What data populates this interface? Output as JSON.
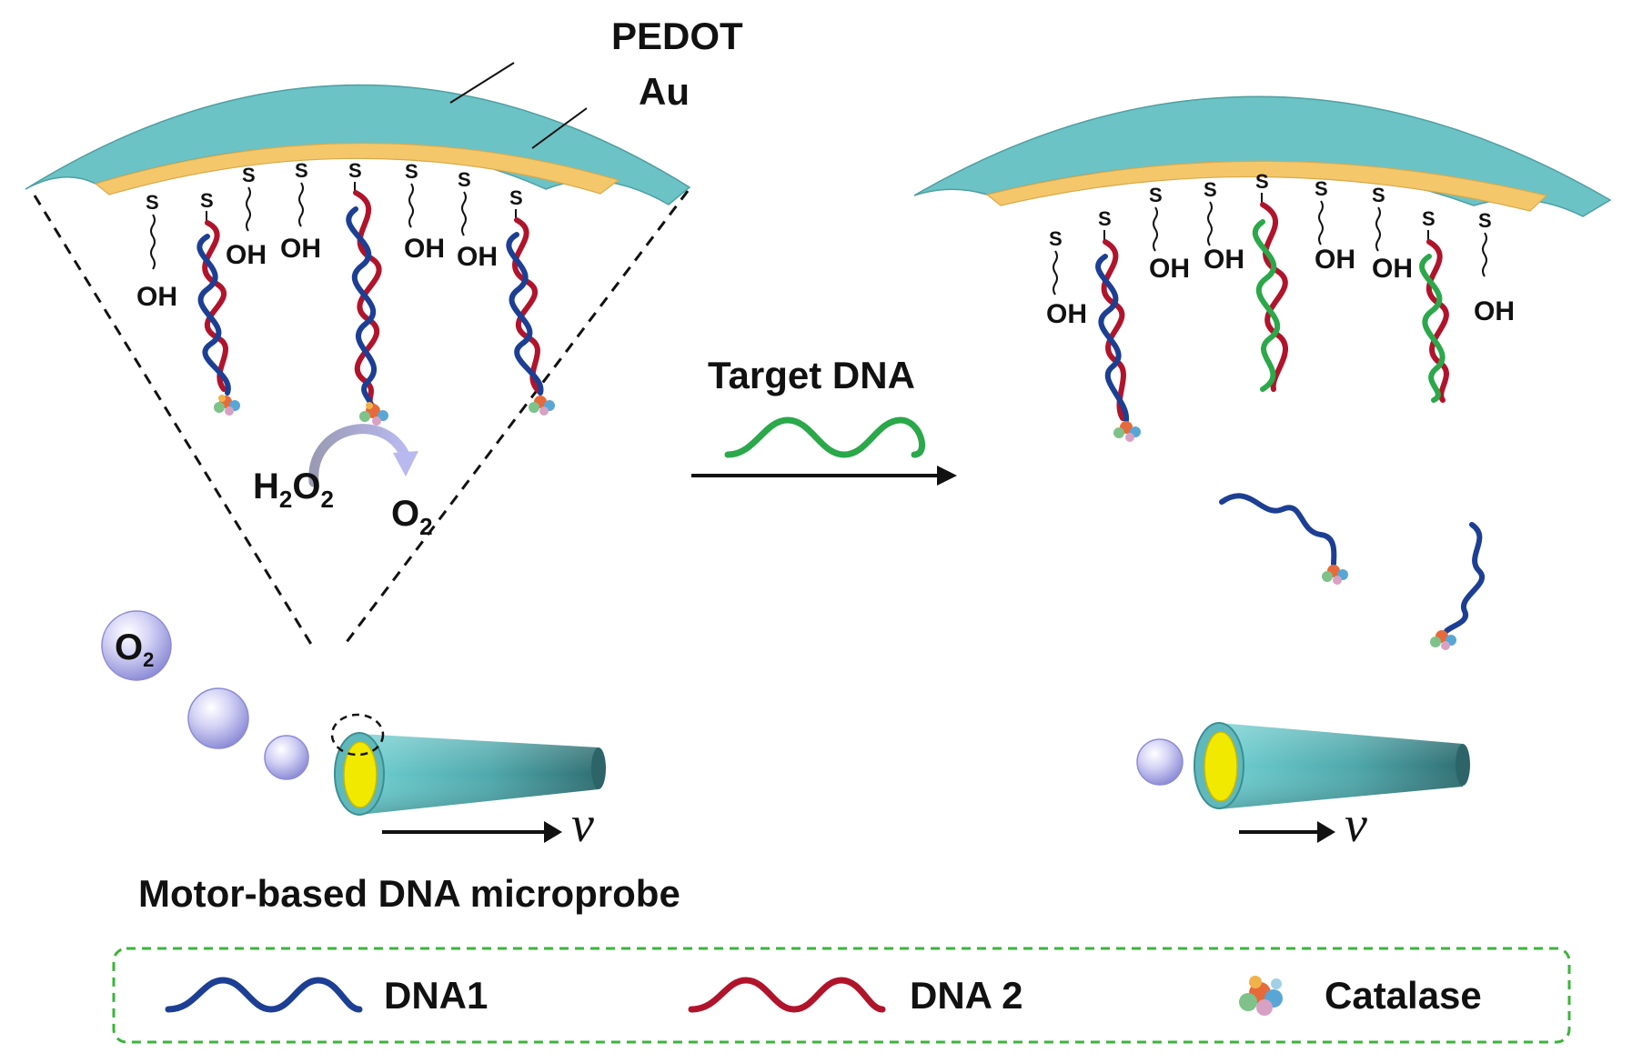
{
  "labels": {
    "pedot": "PEDOT",
    "au": "Au",
    "target_dna": "Target DNA",
    "h2o2_base": "H",
    "h2o2_sub1": "2",
    "h2o2_mid": "O",
    "h2o2_sub2": "2",
    "o2_base": "O",
    "o2_sub": "2",
    "bubble_o2_base": "O",
    "bubble_o2_sub": "2",
    "velocity": "v",
    "velocity_right": "v",
    "caption": "Motor-based DNA microprobe",
    "s": "S",
    "oh": "OH"
  },
  "legend": {
    "dna1": "DNA1",
    "dna2": "DNA 2",
    "catalase": "Catalase"
  },
  "colors": {
    "pedot": "#6cc3c6",
    "au": "#f4c76a",
    "dna1": "#1c3f94",
    "dna2": "#b0142b",
    "target": "#2aa84a",
    "legend_border": "#3cb43c",
    "inner_au_opening": "#f2e900",
    "bubble": "#b7b6ea",
    "reaction_arrow": "#9a9ad6"
  }
}
